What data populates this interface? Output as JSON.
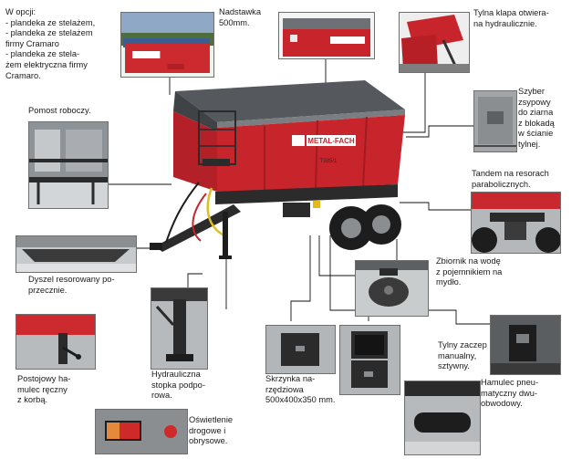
{
  "brand": {
    "logo_text": "METAL-FACH",
    "model_text": "T935/1",
    "nameplate_text": "METAL-FACH"
  },
  "colors": {
    "trailer_red": "#c8242b",
    "body_grey": "#55595d",
    "frame_dark": "#2b2b2b",
    "leader_line": "#111111"
  },
  "labels": {
    "options": "W opcji:\n- plandeka ze stelażem,\n- plandeka ze stelażem\n  firmy Cramaro\n- plandeka ze stela-\n  żem elektryczna firmy\n  Cramaro.",
    "extension": "Nadstawka\n500mm.",
    "tailgate": "Tylna klapa otwiera-\nna hydraulicznie.",
    "platform": "Pomost roboczy.",
    "grain_slide": "Szyber\nzsypowy\ndo ziarna\nz blokadą\nw ścianie\ntylnej.",
    "tandem": "Tandem na resorach\nparabolicznych.",
    "drawbar": "Dyszel resorowany po-\nprzecznie.",
    "water_tank": "Zbiornik na wodę\nz pojemnikiem na\nmydło.",
    "parking_brake": "Postojowy ha-\nmulec ręczny\nz korbą.",
    "support_leg": "Hydrauliczna\nstopka podpo-\nrowa.",
    "toolbox": "Skrzynka na-\nrzędziowa\n500x400x350 mm.",
    "hitch": "Tylny zaczep\nmanualny,\nsztywny.",
    "lights": "Oświetlenie\ndrogowe i\nobrysowe.",
    "air_brake": "Hamulec pneu-\nmatyczny dwu-\nobwodowy."
  },
  "icons": [
    "trailer-illustration",
    "truck-tarp-photo",
    "extension-photo",
    "tailgate-photo",
    "platform-photo",
    "slide-photo",
    "tandem-photo",
    "drawbar-photo",
    "water-tank-photo",
    "crank-photo",
    "support-leg-photo",
    "toolbox-photo",
    "hitch-photo",
    "lights-photo",
    "air-tank-photo"
  ]
}
